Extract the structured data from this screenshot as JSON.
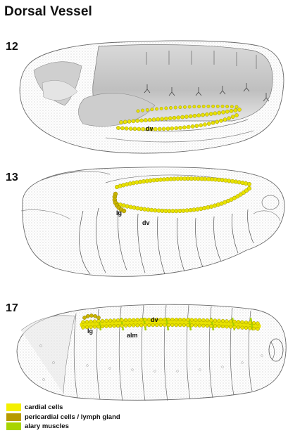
{
  "figure": {
    "title": "Dorsal Vessel",
    "panels": [
      {
        "stage": "12",
        "labels": {
          "dv": "dv"
        }
      },
      {
        "stage": "13",
        "labels": {
          "lg": "lg",
          "dv": "dv"
        }
      },
      {
        "stage": "17",
        "labels": {
          "lg": "lg",
          "dv": "dv",
          "alm": "alm"
        }
      }
    ]
  },
  "legend": [
    {
      "label": "cardial cells",
      "color": "#f4f000"
    },
    {
      "label": "pericardial cells / lymph gland",
      "color": "#b79a00"
    },
    {
      "label": "alary muscles",
      "color": "#a8d400"
    }
  ],
  "colors": {
    "cardial": "#e8e200",
    "cardial_dark": "#9c9400",
    "outline": "#6a6a6a",
    "shadow": "#b9b9b9"
  }
}
